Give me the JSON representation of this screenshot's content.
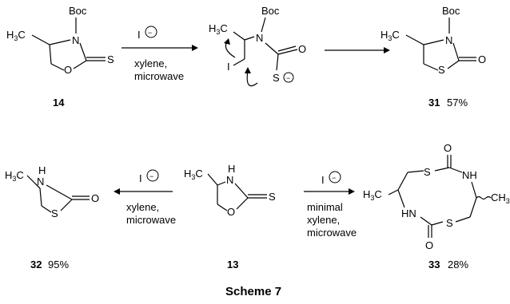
{
  "atoms": {
    "boc": "Boc",
    "n": "N",
    "nh": "NH",
    "h": "H",
    "s": "S",
    "o": "O",
    "i": "I",
    "h3c": "H",
    "three": "3",
    "c": "C",
    "ch3": "CH",
    "minus": "−"
  },
  "reagents": {
    "iodide": "I",
    "xylene": "xylene,",
    "microwave": "microwave",
    "minimal": "minimal",
    "xylene_plain": "xylene,"
  },
  "compounds": {
    "c14": "14",
    "c31": "31",
    "c31_yield": "57%",
    "c32": "32",
    "c32_yield": "95%",
    "c13": "13",
    "c33": "33",
    "c33_yield": "28%"
  },
  "caption": "Scheme 7"
}
